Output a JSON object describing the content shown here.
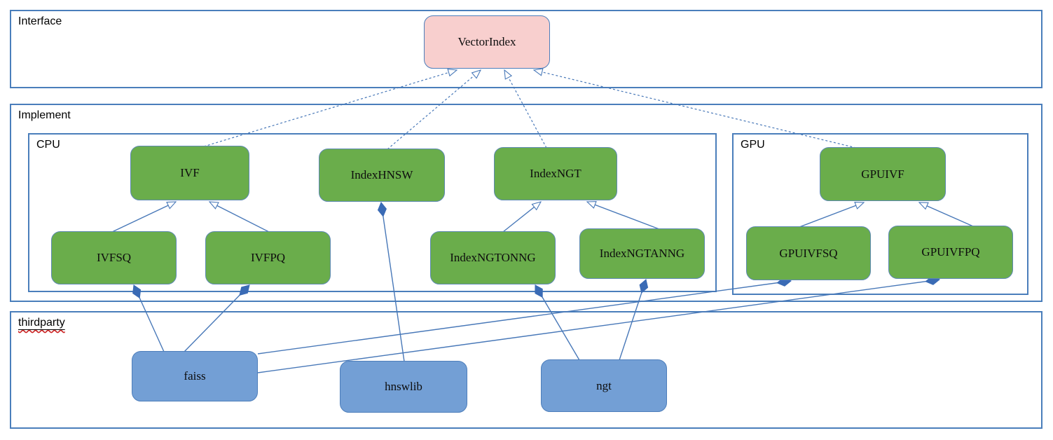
{
  "labels": {
    "interface": "Interface",
    "implement": "Implement",
    "cpu": "CPU",
    "gpu": "GPU",
    "thirdparty": "thirdparty",
    "vector_index": "VectorIndex",
    "ivf": "IVF",
    "index_hnsw": "IndexHNSW",
    "index_ngt": "IndexNGT",
    "gpuivf": "GPUIVF",
    "ivfsq": "IVFSQ",
    "ivfpq": "IVFPQ",
    "index_ngtonng": "IndexNGTONNG",
    "index_ngtanng": "IndexNGTANNG",
    "gpuivfsq": "GPUIVFSQ",
    "gpuivfpq": "GPUIVFPQ",
    "faiss": "faiss",
    "hnswlib": "hnswlib",
    "ngt": "ngt"
  },
  "colors": {
    "interface_node_fill": "#f8cfce",
    "implement_node_fill": "#6aad4b",
    "thirdparty_node_fill": "#739fd5",
    "container_border": "#4a7ebb",
    "edge_line": "#4878b8",
    "diamond_fill": "#3a6bb5",
    "spellcheck_squiggle": "#cc2222"
  },
  "diagram": {
    "containers": [
      {
        "id": "Interface",
        "children": [
          "VectorIndex"
        ]
      },
      {
        "id": "Implement",
        "children": [
          "CPU",
          "GPU"
        ]
      },
      {
        "id": "CPU",
        "children": [
          "IVF",
          "IndexHNSW",
          "IndexNGT",
          "IVFSQ",
          "IVFPQ",
          "IndexNGTONNG",
          "IndexNGTANNG"
        ]
      },
      {
        "id": "GPU",
        "children": [
          "GPUIVF",
          "GPUIVFSQ",
          "GPUIVFPQ"
        ]
      },
      {
        "id": "thirdparty",
        "children": [
          "faiss",
          "hnswlib",
          "ngt"
        ]
      }
    ],
    "edges": [
      {
        "from": "IVF",
        "to": "VectorIndex",
        "type": "realization-dashed-hollow-arrow"
      },
      {
        "from": "IndexHNSW",
        "to": "VectorIndex",
        "type": "realization-dashed-hollow-arrow"
      },
      {
        "from": "IndexNGT",
        "to": "VectorIndex",
        "type": "realization-dashed-hollow-arrow"
      },
      {
        "from": "GPUIVF",
        "to": "VectorIndex",
        "type": "realization-dashed-hollow-arrow"
      },
      {
        "from": "IVFSQ",
        "to": "IVF",
        "type": "generalization-hollow-triangle"
      },
      {
        "from": "IVFPQ",
        "to": "IVF",
        "type": "generalization-hollow-triangle"
      },
      {
        "from": "IndexNGTONNG",
        "to": "IndexNGT",
        "type": "generalization-hollow-triangle"
      },
      {
        "from": "IndexNGTANNG",
        "to": "IndexNGT",
        "type": "generalization-hollow-triangle"
      },
      {
        "from": "GPUIVFSQ",
        "to": "GPUIVF",
        "type": "generalization-hollow-triangle"
      },
      {
        "from": "GPUIVFPQ",
        "to": "GPUIVF",
        "type": "generalization-hollow-triangle"
      },
      {
        "from": "faiss",
        "to": "IVFSQ",
        "type": "composition-filled-diamond"
      },
      {
        "from": "faiss",
        "to": "IVFPQ",
        "type": "composition-filled-diamond"
      },
      {
        "from": "faiss",
        "to": "GPUIVFSQ",
        "type": "composition-filled-diamond"
      },
      {
        "from": "faiss",
        "to": "GPUIVFPQ",
        "type": "composition-filled-diamond"
      },
      {
        "from": "hnswlib",
        "to": "IndexHNSW",
        "type": "composition-filled-diamond"
      },
      {
        "from": "ngt",
        "to": "IndexNGTONNG",
        "type": "composition-filled-diamond"
      },
      {
        "from": "ngt",
        "to": "IndexNGTANNG",
        "type": "composition-filled-diamond"
      }
    ]
  }
}
